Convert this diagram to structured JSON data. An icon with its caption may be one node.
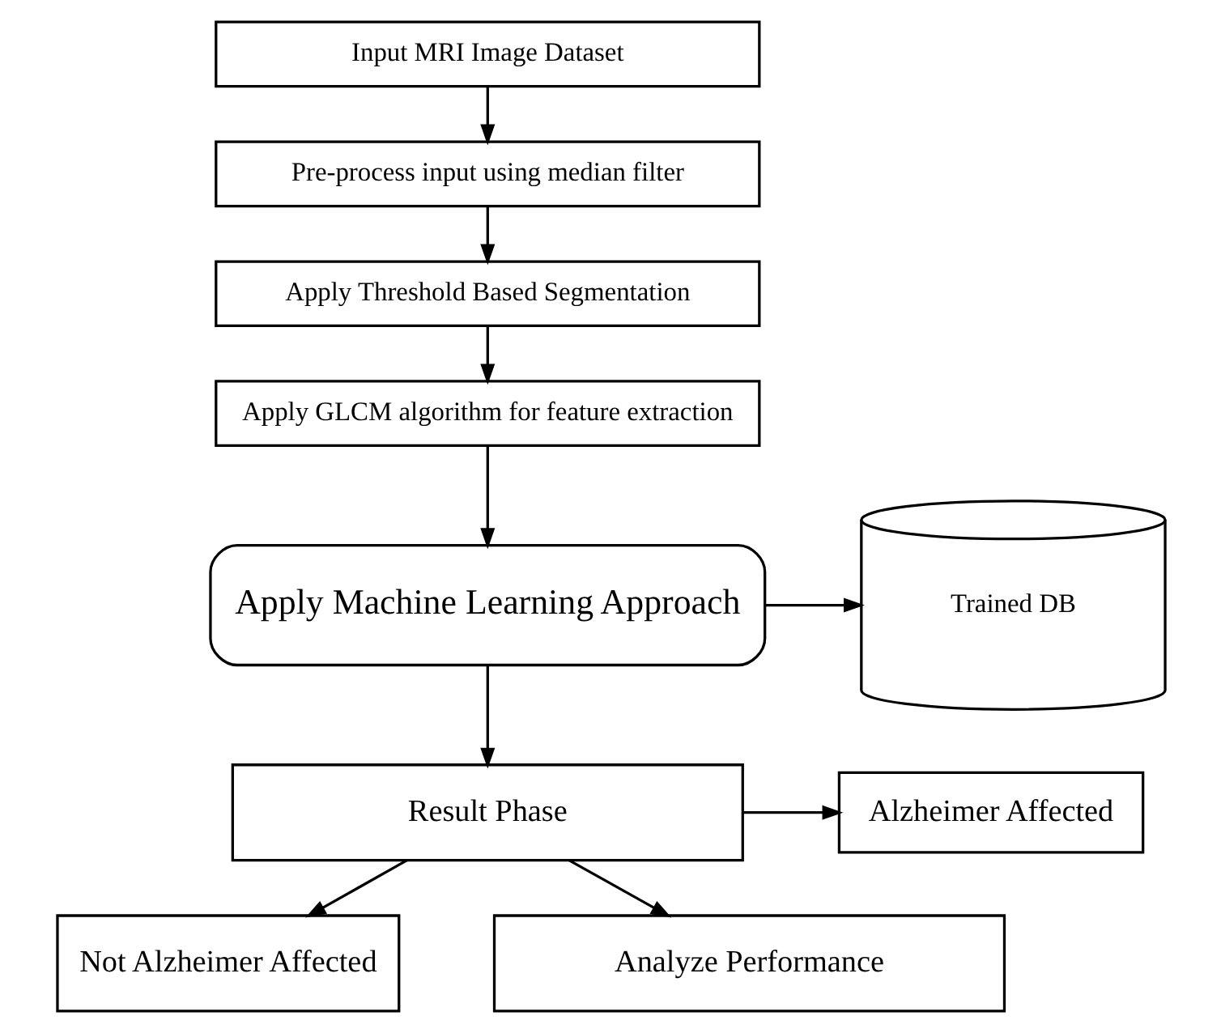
{
  "diagram": {
    "nodes": [
      {
        "text": [
          "Input MRI Image Dataset"
        ]
      },
      {
        "text": [
          "Pre-process input using median filter"
        ]
      },
      {
        "text": [
          "Apply Threshold Based Segmentation"
        ]
      },
      {
        "text": [
          "Apply GLCM algorithm for feature extraction"
        ]
      },
      {
        "text": [
          "Apply Machine Learning Approach"
        ]
      },
      {
        "text": [
          "Trained DB"
        ]
      },
      {
        "text": [
          "Result Phase"
        ]
      },
      {
        "text": [
          "Alzheimer Affected"
        ]
      },
      {
        "text": [
          "Not Alzheimer Affected"
        ]
      },
      {
        "text": [
          "Analyze Performance"
        ]
      }
    ],
    "edges": [
      {
        "from": 0,
        "to": 1,
        "arrow": "to"
      },
      {
        "from": 1,
        "to": 2,
        "arrow": "to"
      },
      {
        "from": 2,
        "to": 3,
        "arrow": "to"
      },
      {
        "from": 3,
        "to": 4,
        "arrow": "to"
      },
      {
        "from": 4,
        "to": 5,
        "arrow": "to"
      },
      {
        "from": 4,
        "to": 6,
        "arrow": "to"
      },
      {
        "from": 6,
        "to": 7,
        "arrow": "to"
      },
      {
        "from": 6,
        "to": 8,
        "arrow": "to"
      },
      {
        "from": 6,
        "to": 9,
        "arrow": "to"
      }
    ]
  }
}
